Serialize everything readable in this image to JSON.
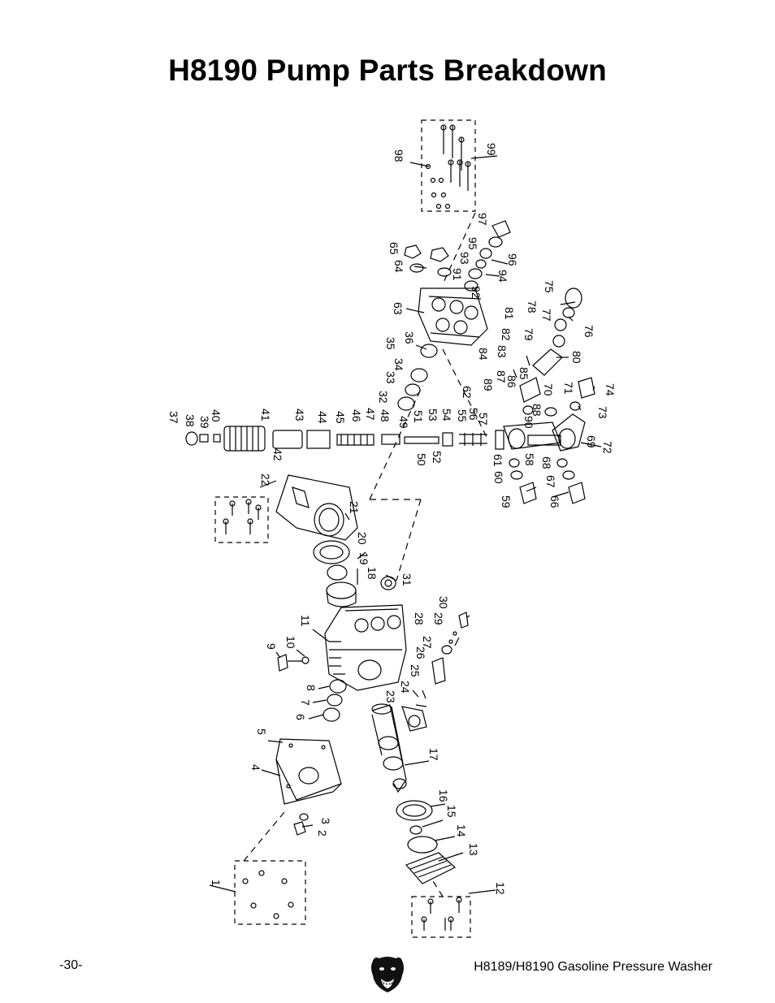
{
  "page": {
    "title": "H8190 Pump Parts Breakdown",
    "page_number": "-30-",
    "footer_text": "H8189/H8190 Gasoline Pressure Washer"
  },
  "diagram": {
    "labels": [
      "1",
      "2",
      "3",
      "4",
      "5",
      "6",
      "7",
      "8",
      "9",
      "10",
      "11",
      "12",
      "13",
      "14",
      "15",
      "16",
      "17",
      "18",
      "19",
      "20",
      "21",
      "22",
      "23",
      "24",
      "25",
      "26",
      "27",
      "28",
      "29",
      "30",
      "31",
      "32",
      "33",
      "34",
      "35",
      "36",
      "37",
      "38",
      "39",
      "40",
      "41",
      "42",
      "43",
      "44",
      "45",
      "46",
      "47",
      "48",
      "49",
      "50",
      "51",
      "52",
      "53",
      "54",
      "55",
      "56",
      "57",
      "58",
      "59",
      "60",
      "61",
      "62",
      "63",
      "64",
      "65",
      "66",
      "67",
      "68",
      "69",
      "70",
      "71",
      "72",
      "73",
      "74",
      "75",
      "76",
      "77",
      "78",
      "79",
      "80",
      "81",
      "82",
      "83",
      "84",
      "85",
      "86",
      "87",
      "88",
      "89",
      "90",
      "91",
      "92",
      "93",
      "94",
      "95",
      "96",
      "97",
      "98",
      "99"
    ]
  }
}
